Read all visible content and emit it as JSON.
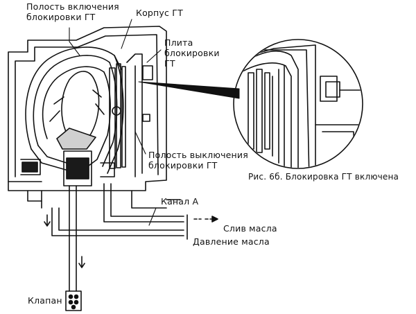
{
  "labels": {
    "lockup_on_cavity": [
      "Полость включения",
      "блокировки ГТ"
    ],
    "converter_housing": "Корпус ГТ",
    "lockup_plate": [
      "Плита",
      "блокировки",
      "ГТ"
    ],
    "lockup_off_cavity": [
      "Полость выключения",
      "блокировки ГТ"
    ],
    "figure_caption": "Рис. 6б. Блокировка ГТ включена",
    "channel_a": "Канал А",
    "oil_drain": "Слив масла",
    "oil_pressure": "Давление масла",
    "valve": "Клапан"
  },
  "colors": {
    "ink": "#111111",
    "fill_dark": "#1a1a1a",
    "fill_light": "#d0d0d0",
    "background": "#ffffff"
  }
}
